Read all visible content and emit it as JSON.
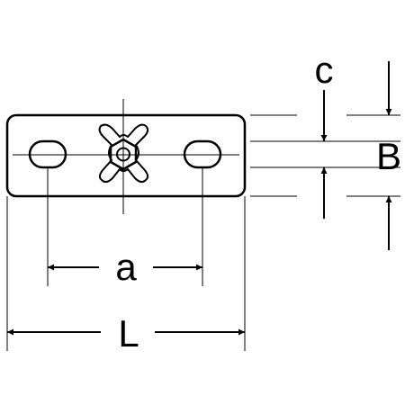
{
  "drawing": {
    "labels": {
      "a": "a",
      "L": "L",
      "B": "B",
      "c": "c"
    }
  }
}
